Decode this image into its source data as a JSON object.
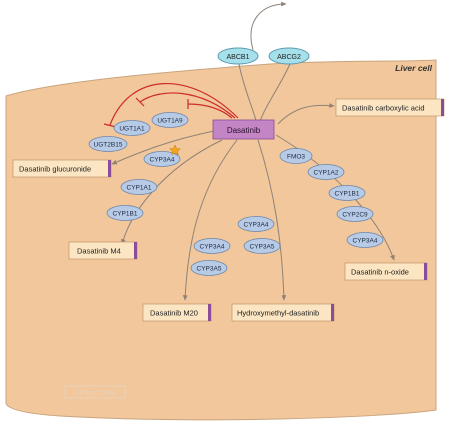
{
  "cell_label": "Liver cell",
  "watermark": "©PharmGKB",
  "colors": {
    "cell_fill": "#f1c79b",
    "cell_stroke": "#c9a47e",
    "enzyme_fill": "#b8cbe6",
    "enzyme_stroke": "#6d87ad",
    "transporter_fill": "#a6e0ea",
    "transporter_stroke": "#5a9bb0",
    "drug_fill": "#c385c4",
    "metabolite_fill": "#fbe5c2",
    "accent_purple": "#8a4d9a",
    "inhibit_red": "#cf2a2a",
    "arrow_gray": "#8f8277",
    "star": "#f3a51c"
  },
  "drug": {
    "label": "Dasatinib"
  },
  "transporters": [
    "ABCB1",
    "ABCG2"
  ],
  "metabolites": {
    "carboxylic": "Dasatinib carboxylic acid",
    "glucuronide": "Dasatinib glucuronide",
    "m4": "Dasatinib M4",
    "m20": "Dasatinib M20",
    "hydroxymethyl": "Hydroxymethyl-dasatinib",
    "noxide": "Dasatinib n-oxide"
  },
  "enzymes": {
    "ugt1a9": "UGT1A9",
    "ugt1a1": "UGT1A1",
    "ugt2b15": "UGT2B15",
    "cyp3a4_star": "CYP3A4",
    "m4_cyp1a1": "CYP1A1",
    "m4_cyp1b1": "CYP1B1",
    "m20_cyp3a4": "CYP3A4",
    "m20_cyp3a5": "CYP3A5",
    "hm_cyp3a4": "CYP3A4",
    "hm_cyp3a5": "CYP3A5",
    "nox_fmo3": "FMO3",
    "nox_cyp1a2": "CYP1A2",
    "nox_cyp1b1": "CYP1B1",
    "nox_cyp2c9": "CYP2C9",
    "nox_cyp3a4": "CYP3A4"
  }
}
